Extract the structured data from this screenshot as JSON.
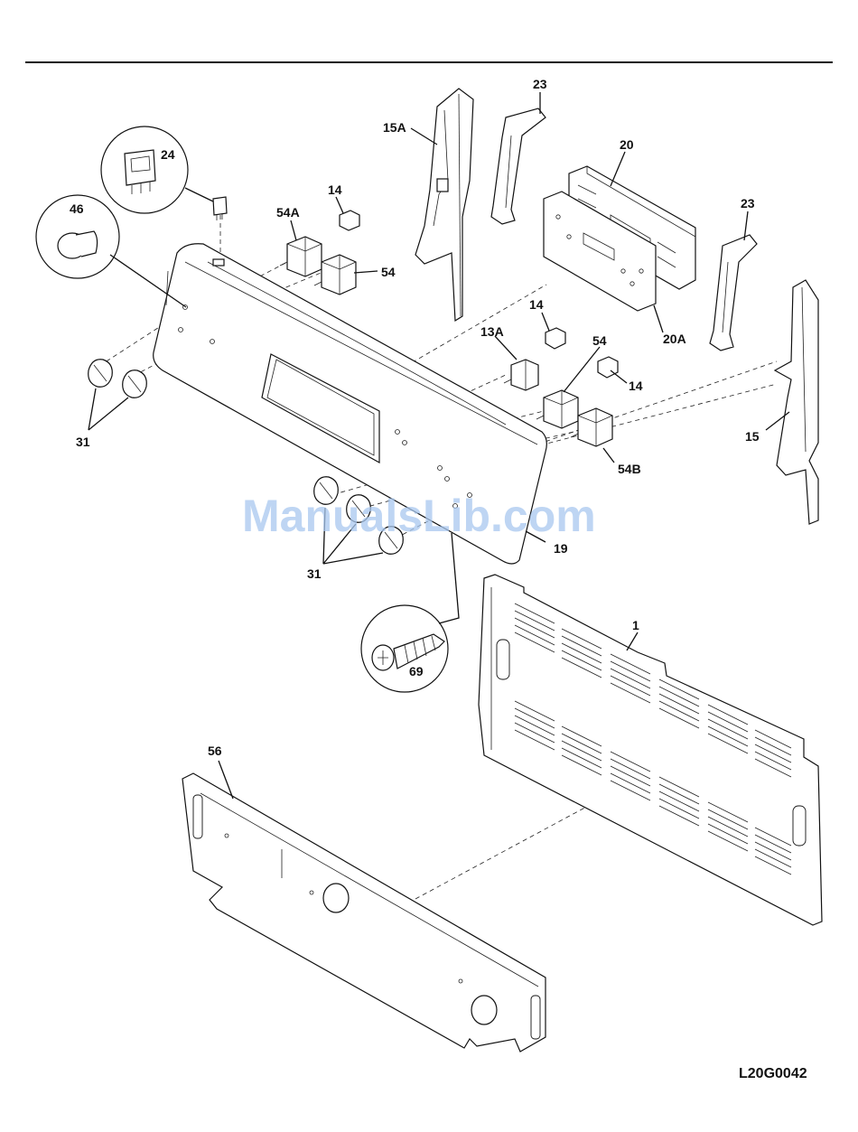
{
  "diagram": {
    "drawing_code": "L20G0042",
    "watermark": "ManualsLib.com",
    "labels": {
      "p1": "1",
      "p13a": "13A",
      "p14a": "14",
      "p14b": "14",
      "p14c": "14",
      "p15": "15",
      "p15a": "15A",
      "p19": "19",
      "p20": "20",
      "p20a": "20A",
      "p23a": "23",
      "p23b": "23",
      "p24": "24",
      "p31a": "31",
      "p31b": "31",
      "p46": "46",
      "p54a": "54",
      "p54b": "54",
      "p54c": "54A",
      "p54d": "54B",
      "p56": "56",
      "p69": "69"
    }
  }
}
